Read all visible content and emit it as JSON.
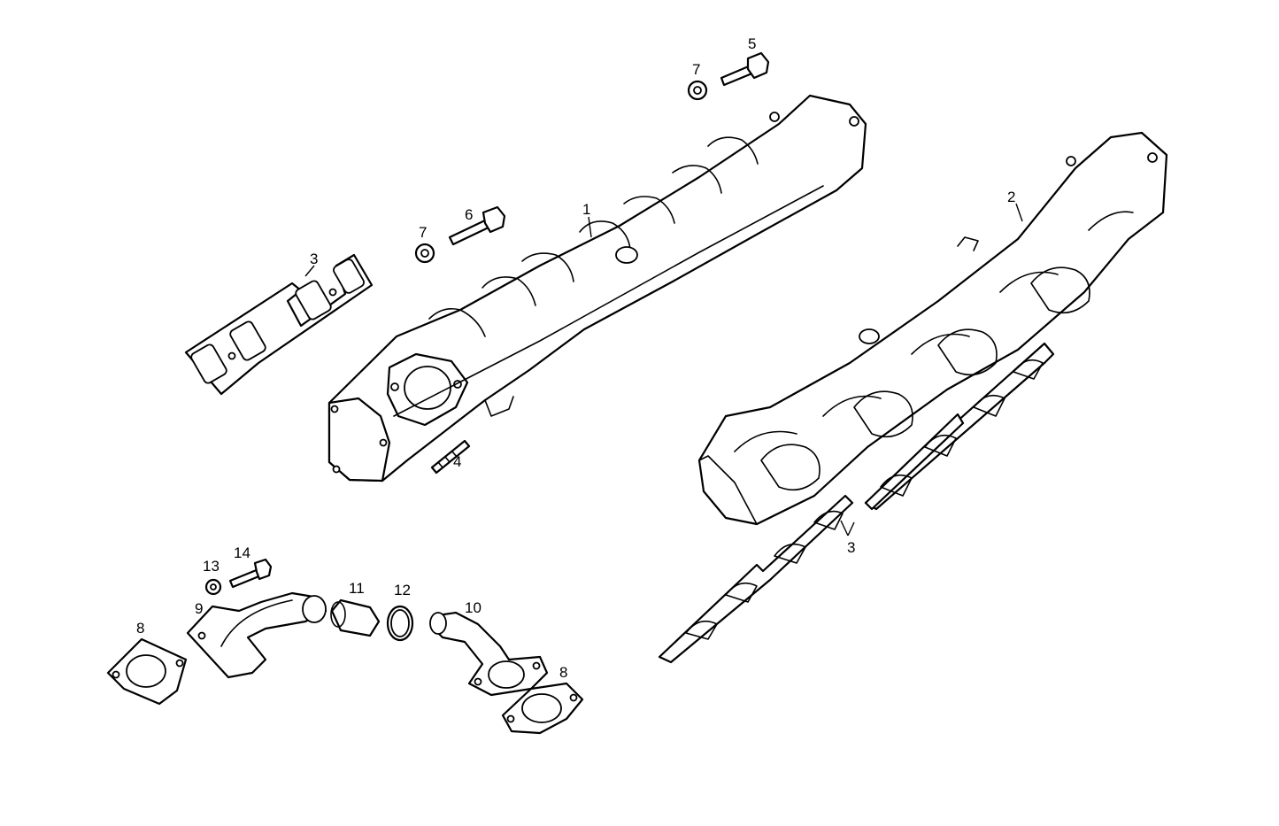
{
  "callouts": {
    "c1": "1",
    "c2": "2",
    "c3a": "3",
    "c3b": "3",
    "c4": "4",
    "c5": "5",
    "c6": "6",
    "c7a": "7",
    "c7b": "7",
    "c8a": "8",
    "c8b": "8",
    "c9": "9",
    "c10": "10",
    "c11": "11",
    "c12": "12",
    "c13": "13",
    "c14": "14"
  }
}
